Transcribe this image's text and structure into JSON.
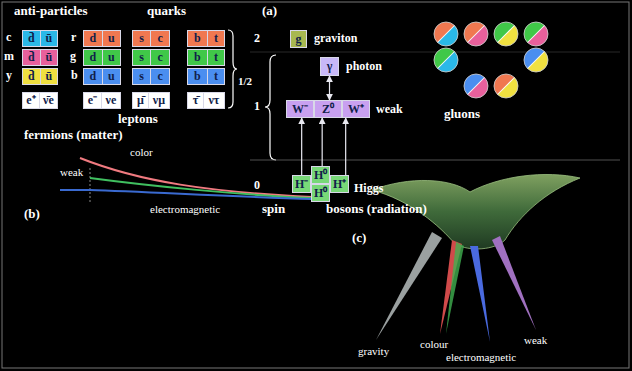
{
  "diagram": {
    "nodes": [
      {
        "text": [
          "d̄",
          "ū"
        ]
      },
      {
        "text": [
          "d",
          "u"
        ]
      },
      {
        "text": [
          "s",
          "c"
        ]
      },
      {
        "text": [
          "b",
          "t"
        ]
      },
      {
        "text": [
          "d̄",
          "ū"
        ]
      },
      {
        "text": [
          "d",
          "u"
        ]
      },
      {
        "text": [
          "s",
          "c"
        ]
      },
      {
        "text": [
          "b",
          "t"
        ]
      },
      {
        "text": [
          "d̄",
          "ū"
        ]
      },
      {
        "text": [
          "d",
          "u"
        ]
      },
      {
        "text": [
          "s",
          "c"
        ]
      },
      {
        "text": [
          "b",
          "t"
        ]
      },
      {
        "text": [
          "e⁺",
          "ν̄e"
        ]
      },
      {
        "text": [
          "e⁻",
          "νe"
        ]
      },
      {
        "text": [
          "μ̄",
          "νμ"
        ]
      },
      {
        "text": [
          "τ̄",
          "ντ"
        ]
      },
      {
        "text": [
          "g"
        ]
      },
      {
        "text": [
          "γ"
        ]
      },
      {
        "text": [
          "W⁻"
        ]
      },
      {
        "text": [
          "Z⁰"
        ]
      },
      {
        "text": [
          "W⁺"
        ]
      },
      {
        "text": [
          "H⁰"
        ]
      },
      {
        "text": [
          "H⁻"
        ]
      },
      {
        "text": [
          "H⁺"
        ]
      },
      {
        "text": [
          "H⁰"
        ]
      }
    ],
    "edges": [
      {
        "from": 22,
        "to": 18,
        "arrow": "to"
      },
      {
        "from": 21,
        "to": 19,
        "arrow": "to"
      },
      {
        "from": 23,
        "to": 20,
        "arrow": "to"
      },
      {
        "from": 19,
        "to": 17,
        "arrow": "both"
      }
    ],
    "labels": [
      "anti-particles",
      "quarks",
      "(a)",
      "c",
      "m",
      "y",
      "r",
      "g",
      "b",
      "leptons",
      "fermions (matter)",
      "1/2",
      "2",
      "graviton",
      "1",
      "photon",
      "weak",
      "gluons",
      "0",
      "Higgs",
      "spin",
      "bosons (radiation)",
      "(b)",
      "weak",
      "color",
      "electromagnetic",
      "(c)",
      "gravity",
      "colour",
      "electromagnetic",
      "weak"
    ]
  }
}
